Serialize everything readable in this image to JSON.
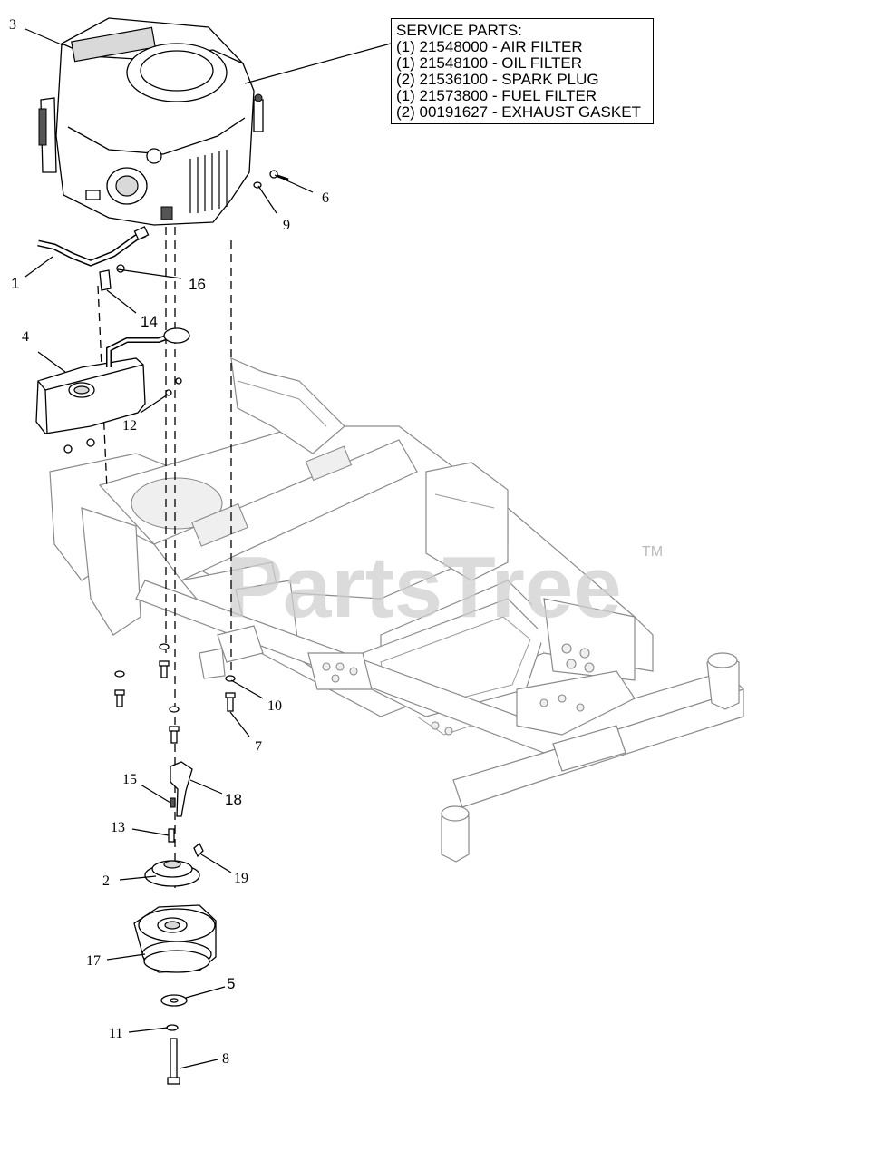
{
  "service_parts": {
    "heading": "SERVICE PARTS:",
    "items": [
      "(1) 21548000 - AIR FILTER",
      "(1) 21548100 - OIL FILTER",
      "(2) 21536100 - SPARK PLUG",
      "(1) 21573800 - FUEL FILTER",
      "(2) 00191627 - EXHAUST GASKET"
    ]
  },
  "callouts": {
    "c1": "1",
    "c2": "2",
    "c3": "3",
    "c4": "4",
    "c5": "5",
    "c6": "6",
    "c7": "7",
    "c8": "8",
    "c9": "9",
    "c10": "10",
    "c11": "11",
    "c12": "12",
    "c13": "13",
    "c14": "14",
    "c15": "15",
    "c16": "16",
    "c17": "17",
    "c18": "18",
    "c19": "19"
  },
  "watermark": {
    "text": "PartsTree",
    "tm": "TM"
  }
}
